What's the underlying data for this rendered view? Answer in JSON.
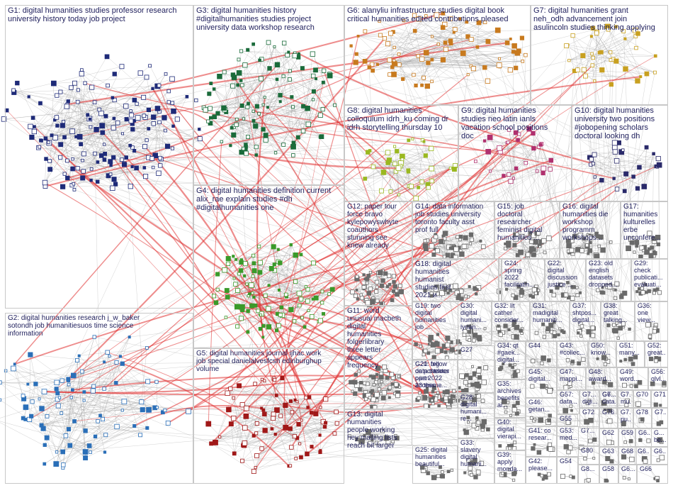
{
  "groups": [
    {
      "id": "G1",
      "title": "G1: digital humanities studies professor research\nuniversity history today job project"
    },
    {
      "id": "G2",
      "title": "G2: digital humanities research j_w_baker\nsotondh job humanitiesuos time science\ninformation"
    },
    {
      "id": "G3",
      "title": "G3: digital humanities history\n#digitalhumanities studies project\nuniversity data workshop research"
    },
    {
      "id": "G4",
      "title": "G4: digital humanities definition current\nalix_rae explain studies #dh\n#digitalhumanities one"
    },
    {
      "id": "G5",
      "title": "G5: digital humanities journal ijhac work\njob special danielalvesfcsh edinburghup\nvolume"
    },
    {
      "id": "G6",
      "title": "G6: alanyliu infrastructure studies digital book\ncritical humanities edited contributions pleased"
    },
    {
      "id": "G7",
      "title": "G7: digital humanities grant\nneh_odh advancement join\nasulincoln studies thinking applying"
    },
    {
      "id": "G8",
      "title": "G8: digital humanities\ncolloquium idrh_ku coming dr\nidrh storytelling thursday 10"
    },
    {
      "id": "G9",
      "title": "G9: digital humanities\nstudies neo latin ianls\nvacation school positions\ndoc"
    },
    {
      "id": "G10",
      "title": "G10: digital humanities\nuniversity two positions\n#jobopening scholars\ndoctoral looking dh"
    },
    {
      "id": "G11",
      "title": "G11: word\nunusual macbeth\ndigital\nhumanities\nfolgerlibrary\nthree letter\nappears\nfrequency"
    },
    {
      "id": "G12",
      "title": "G12: paper tour\nforce bravo\nkylepowyswhyte\ncoauthors\nstunning see\nknew already"
    },
    {
      "id": "G13",
      "title": "G13: digital\nhumanities\npeople working\nhey mailing lists\nreach bit larger"
    },
    {
      "id": "G14",
      "title": "G14: data information\njob studies university\ntoronto faculty asst\nprof full"
    },
    {
      "id": "G15",
      "title": "G15: job\ndoctoral\nresearcher\nfeminist digital\nhumanities ..."
    },
    {
      "id": "G16",
      "title": "G16: digital\nhumanities die\nworkshop\nprogramm\nworkshops..."
    },
    {
      "id": "G17",
      "title": "G17:\nhumanities\nkulturelles\nerbe\nunconfere..."
    },
    {
      "id": "G18",
      "title": "G18: digital\nhumanities\nhumanist\nstudies first\n2021 и..."
    },
    {
      "id": "G19",
      "title": "G19: two\ndigital\nhumanities\njob ..."
    },
    {
      "id": "G20",
      "title": "G20: big\ndata theater\nopen\naccess ..."
    },
    {
      "id": "G21",
      "title": "G21: fellow\nco postdocs\npart 2022\n23 theme..."
    },
    {
      "id": "G22",
      "title": "G22:\ndigital\ndiscussion\njustice ..."
    },
    {
      "id": "G23",
      "title": "G23: old\nenglish\ndatasets\ndropped..."
    },
    {
      "id": "G24",
      "title": "G24:\nspring\n2022\nfacilitatin..."
    },
    {
      "id": "G25",
      "title": "G25: digital\nhumanities\nbeautiful..."
    },
    {
      "id": "G26",
      "title": "G26:\npoorfrank...\nlauraingalli...\nsjlahey..."
    },
    {
      "id": "G27",
      "title": "G27"
    },
    {
      "id": "G28",
      "title": "G28:\ndigital\nhumani...\nre..."
    },
    {
      "id": "G29",
      "title": "G29:\ncheck\npublicati...\nevaluati..."
    },
    {
      "id": "G30",
      "title": "G30:\ndigital\nhumani...\nlyrian..."
    },
    {
      "id": "G31",
      "title": "G31:\nmadigital\nhumaniti..."
    },
    {
      "id": "G32",
      "title": "G32: lit\ncather\nconsider..."
    },
    {
      "id": "G33",
      "title": "G33:\nslavery\ndigital\nhumani..."
    },
    {
      "id": "G34",
      "title": "G34: qt\n#gaek...\ndigital..."
    },
    {
      "id": "G35",
      "title": "G35:\narchives\nbenefits\nai..."
    },
    {
      "id": "G36",
      "title": "G36:\none\nview..."
    },
    {
      "id": "G37",
      "title": "G37:\nshtpos...\ndigital..."
    },
    {
      "id": "G38",
      "title": "G38:\ngreat\ntalking..."
    },
    {
      "id": "G39",
      "title": "G39:\napply\nmonda..."
    },
    {
      "id": "G40",
      "title": "G40:\ndigital\nvierapi..."
    },
    {
      "id": "G41",
      "title": "G41: co\nresear..."
    },
    {
      "id": "G42",
      "title": "G42:\nplease..."
    },
    {
      "id": "G43",
      "title": "G43:\n#collec..."
    },
    {
      "id": "G44",
      "title": "G44"
    },
    {
      "id": "G45",
      "title": "G45:\ndigital..."
    },
    {
      "id": "G46",
      "title": "G46:\ngetan..."
    },
    {
      "id": "G47",
      "title": "G47:\nmappi..."
    },
    {
      "id": "G48",
      "title": "G48:\naward..."
    },
    {
      "id": "G49",
      "title": "G49:\nword..."
    },
    {
      "id": "G50",
      "title": "G50:\nknow..."
    },
    {
      "id": "G51",
      "title": "G51:\nmany..."
    },
    {
      "id": "G52",
      "title": "G52:\ngreat..."
    },
    {
      "id": "G53",
      "title": "G53:\nmed..."
    },
    {
      "id": "G54",
      "title": "G54"
    },
    {
      "id": "G55",
      "title": "G55"
    },
    {
      "id": "G56",
      "title": "G56:\nqlvl..."
    },
    {
      "id": "G57",
      "title": "G57:\ndata..."
    },
    {
      "id": "G58",
      "title": "G58"
    },
    {
      "id": "G59",
      "title": "G59"
    },
    {
      "id": "G60",
      "title": "G6..."
    },
    {
      "id": "G61",
      "title": "G6..."
    },
    {
      "id": "G62",
      "title": "G62"
    },
    {
      "id": "G63",
      "title": "G63"
    },
    {
      "id": "G64",
      "title": "G6..."
    },
    {
      "id": "G65",
      "title": "G6..."
    },
    {
      "id": "G66",
      "title": "G66"
    },
    {
      "id": "G67",
      "title": "G7..."
    },
    {
      "id": "G68",
      "title": "G68"
    },
    {
      "id": "G69",
      "title": "G6..."
    },
    {
      "id": "G70",
      "title": "G70"
    },
    {
      "id": "G71",
      "title": "G71"
    },
    {
      "id": "G72",
      "title": "G72"
    },
    {
      "id": "G73",
      "title": "G7...\ndigi..."
    },
    {
      "id": "G74",
      "title": "G7...\ndata..."
    },
    {
      "id": "G75",
      "title": "G7...\nmu..."
    },
    {
      "id": "G76",
      "title": "G76"
    },
    {
      "id": "G77",
      "title": "G7...\npu..."
    },
    {
      "id": "G78",
      "title": "G78"
    },
    {
      "id": "G79",
      "title": "G7..."
    },
    {
      "id": "G80",
      "title": "G80"
    },
    {
      "id": "G81",
      "title": "G8..."
    },
    {
      "id": "G82",
      "title": "G...\nbe..."
    }
  ],
  "colors": {
    "G1": "#1e2a78",
    "G2": "#2a6fb8",
    "G3": "#1a6b3a",
    "G4": "#3a9a2a",
    "G5": "#a01818",
    "G6": "#c87a1e",
    "G7": "#c8a020",
    "G8": "#9ab820",
    "G9": "#b0306e",
    "G10": "#2a2a6a",
    "other": "#6a6a6a",
    "edge": "#9a9a9a",
    "link": "#e03030"
  }
}
